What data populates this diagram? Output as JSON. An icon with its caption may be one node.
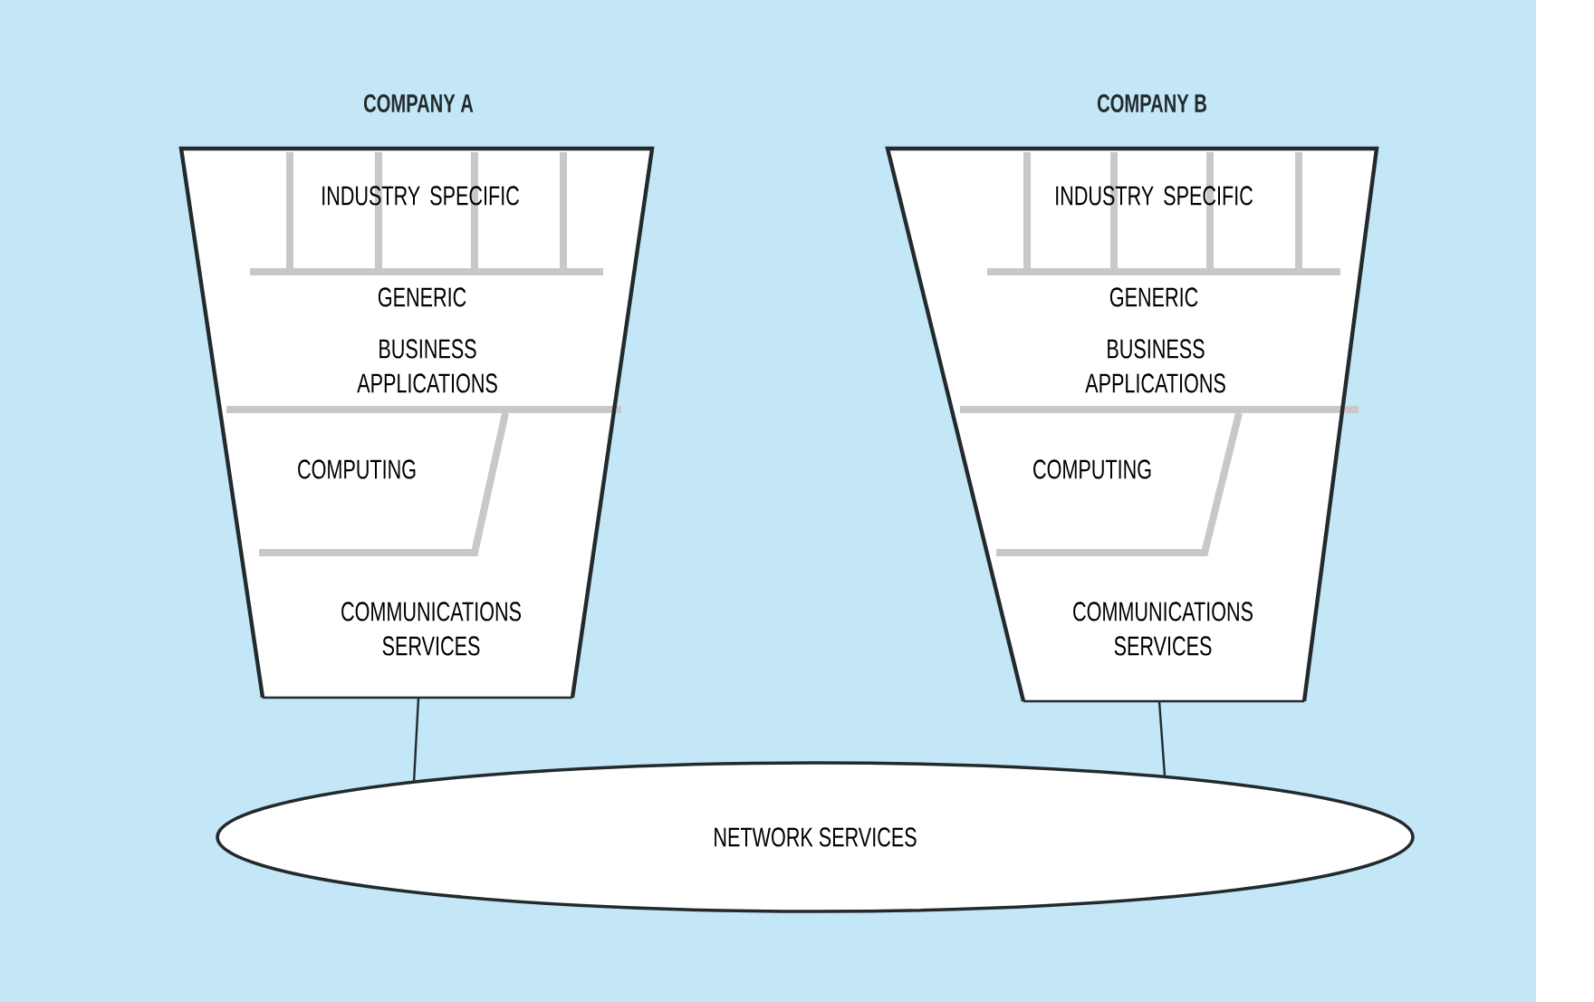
{
  "diagram": {
    "nodes": [
      {
        "text": [
          "COMPANY A",
          "INDUSTRY SPECIFIC",
          "GENERIC",
          "BUSINESS APPLICATIONS",
          "COMPUTING",
          "COMMUNICATIONS SERVICES"
        ]
      },
      {
        "text": [
          "COMPANY B",
          "INDUSTRY SPECIFIC",
          "GENERIC",
          "BUSINESS APPLICATIONS",
          "COMPUTING",
          "COMMUNICATIONS SERVICES"
        ]
      },
      {
        "text": [
          "NETWORK SERVICES"
        ]
      }
    ],
    "edges": [
      {
        "from": 0,
        "to": 2,
        "arrow": "none"
      },
      {
        "from": 1,
        "to": 2,
        "arrow": "none"
      }
    ]
  }
}
